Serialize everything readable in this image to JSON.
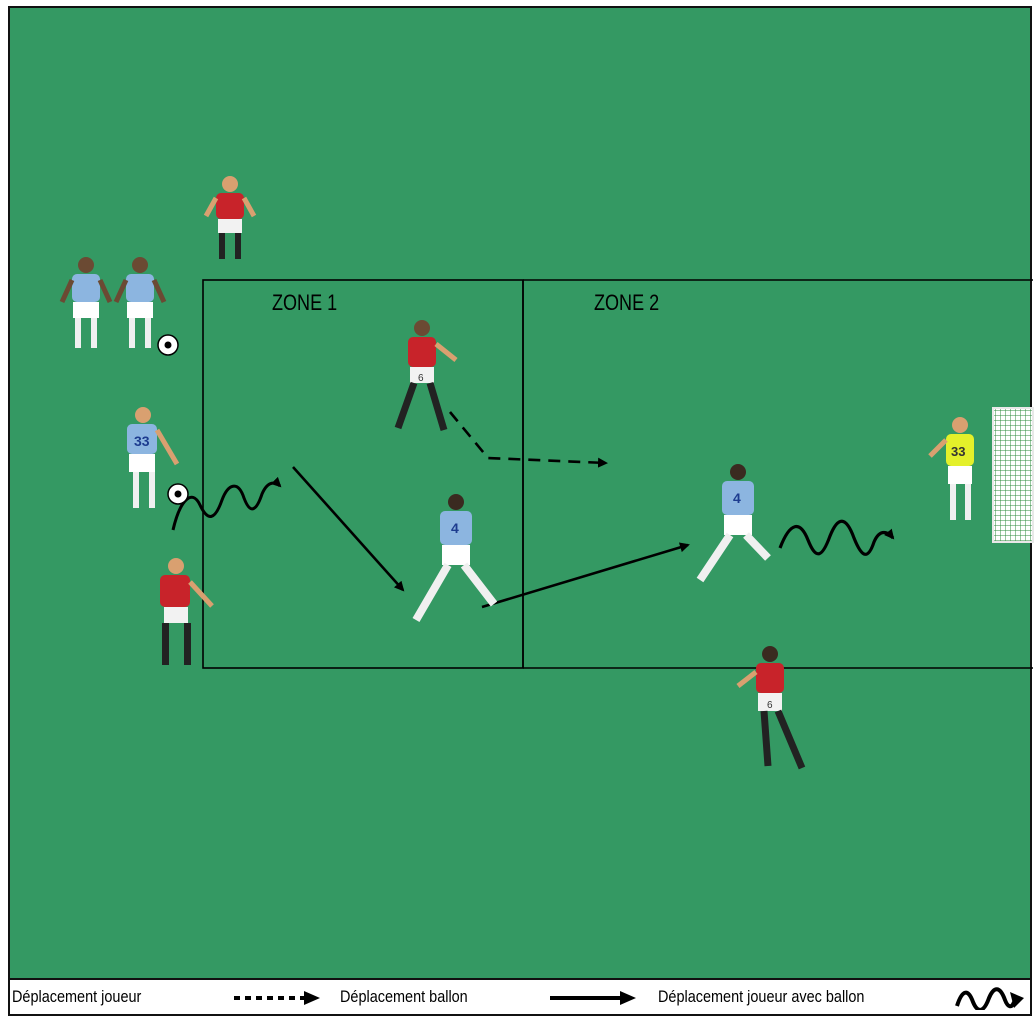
{
  "zones": [
    {
      "label": "ZONE 1"
    },
    {
      "label": "ZONE 2"
    }
  ],
  "legend": {
    "player_move": "Déplacement joueur",
    "ball_move": "Déplacement ballon",
    "player_with_ball": "Déplacement joueur avec ballon"
  },
  "colors": {
    "pitch": "#349963",
    "red_team": "#c8232a",
    "sky_blue_team": "#8cb5e0",
    "goalkeeper": "#e4f02a",
    "lines": "#111111"
  },
  "players": [
    {
      "team": "red",
      "number": ""
    },
    {
      "team": "sky_blue",
      "number": ""
    },
    {
      "team": "sky_blue",
      "number": ""
    },
    {
      "team": "sky_blue",
      "number": "33"
    },
    {
      "team": "red",
      "number": ""
    },
    {
      "team": "red",
      "number": "6"
    },
    {
      "team": "sky_blue",
      "number": "4"
    },
    {
      "team": "sky_blue",
      "number": "4"
    },
    {
      "team": "red",
      "number": "6"
    },
    {
      "team": "goalkeeper",
      "number": "33"
    }
  ]
}
